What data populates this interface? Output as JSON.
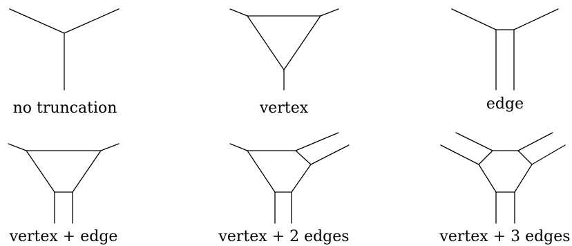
{
  "captions": {
    "no_truncation": "no truncation",
    "vertex": "vertex",
    "edge": "edge",
    "vertex_edge": "vertex + edge",
    "vertex_2_edges": "vertex + 2 edges",
    "vertex_3_edges": "vertex + 3 edges"
  }
}
